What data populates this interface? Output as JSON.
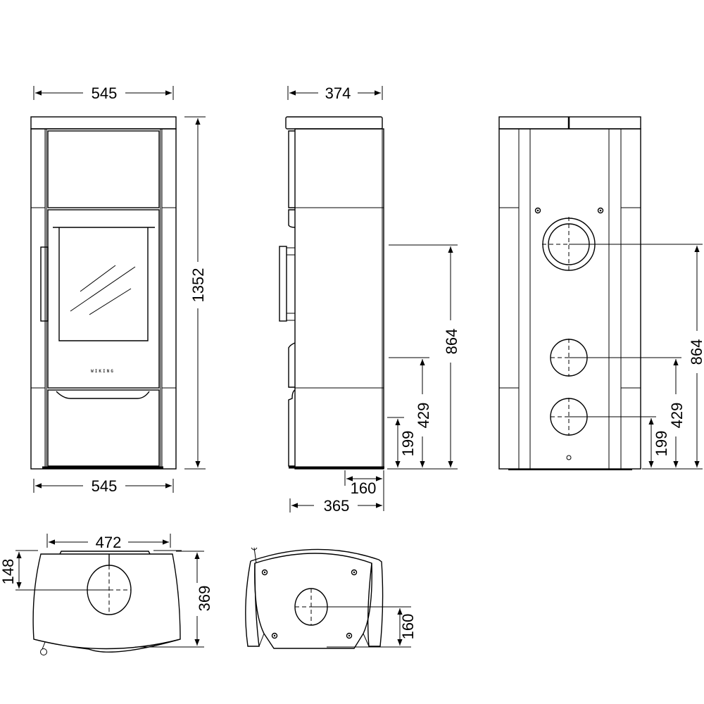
{
  "brand": "WIKING",
  "front_view": {
    "width_top": "545",
    "width_bottom": "545",
    "height": "1352"
  },
  "side_view": {
    "depth_top": "374",
    "flue_top_height": "864",
    "flue_mid_height": "429",
    "flue_low_height": "199",
    "offset": "160",
    "depth_bottom": "365"
  },
  "rear_view": {
    "flue_top_height": "864",
    "flue_mid_height": "429",
    "flue_low_height": "199"
  },
  "top_view": {
    "width": "472",
    "flue_offset": "148",
    "depth": "369"
  },
  "bottom_view": {
    "flue_offset": "160"
  }
}
